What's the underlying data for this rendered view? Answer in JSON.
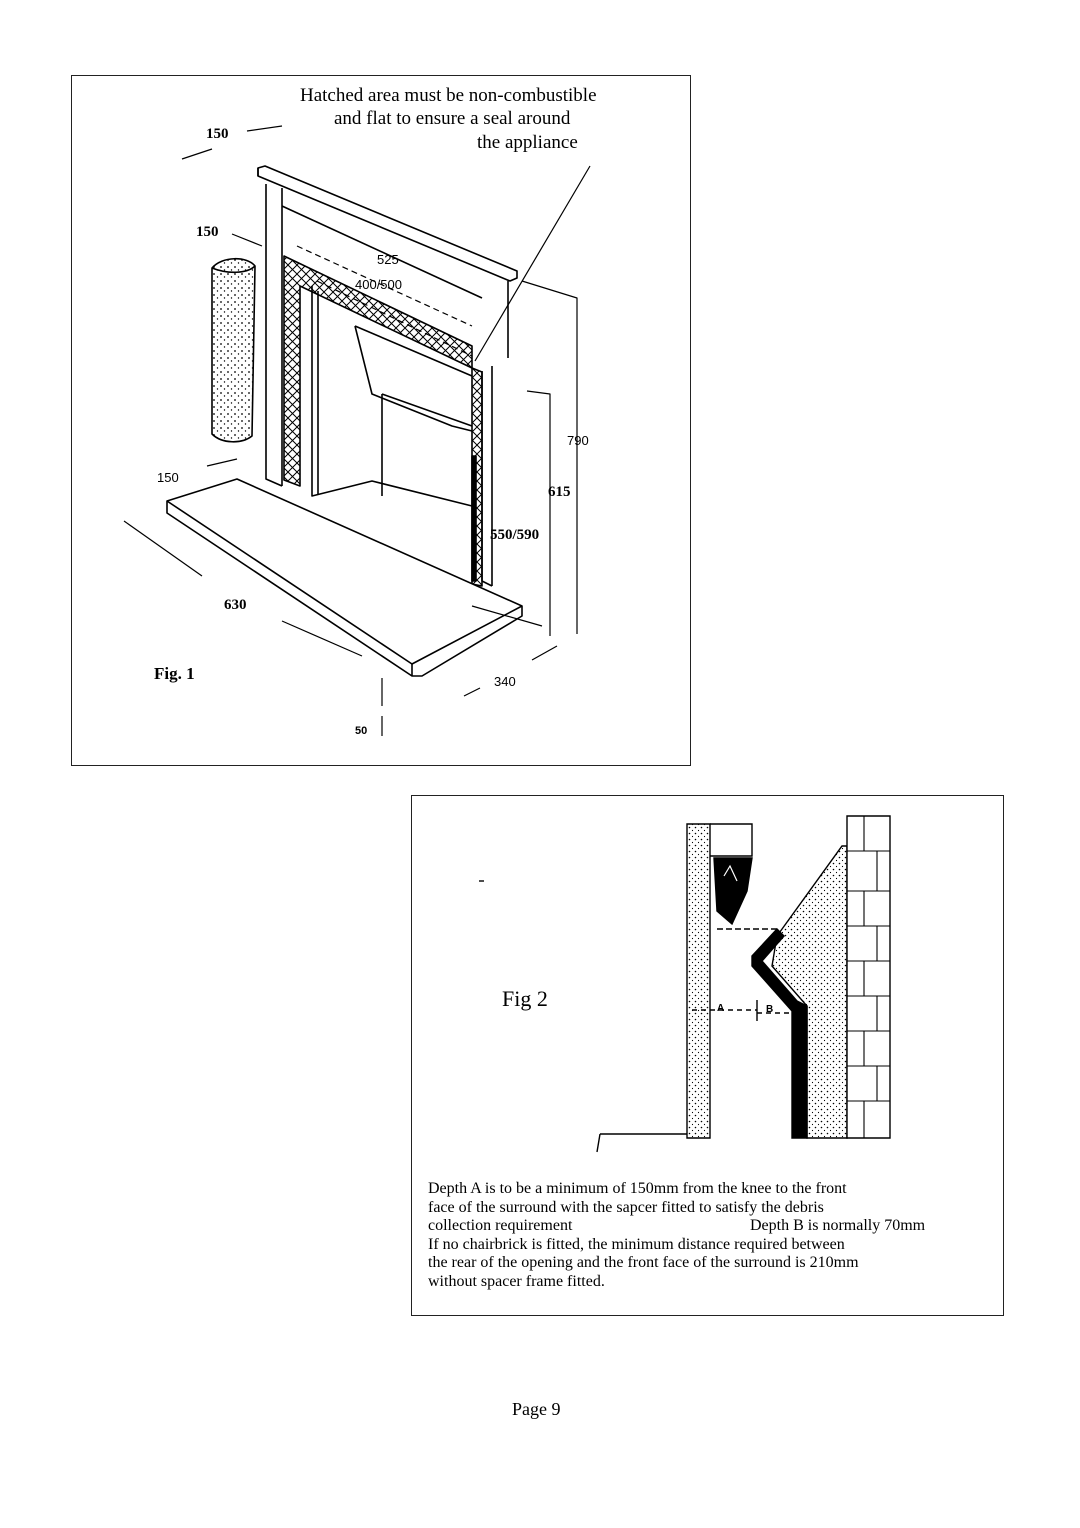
{
  "figure1": {
    "note_lines": [
      "Hatched area must be non-combustible",
      "and flat to ensure a seal around",
      "the appliance"
    ],
    "dimensions": {
      "shelf_depth": "150",
      "leg_width": "150",
      "opening_width": "525",
      "hatched_width": "400/500",
      "total_height": "790",
      "height_615": "615",
      "opening_height": "550/590",
      "hearth_side": "150",
      "hearth_width": "630",
      "hearth_depth": "340",
      "hearth_thickness": "50"
    },
    "label": "Fig. 1"
  },
  "figure2": {
    "label": "Fig 2",
    "depth_a_label": "A",
    "depth_b_label": "B",
    "caption": {
      "line1": "Depth A is to be a minimum of 150mm from the knee to the front",
      "line2": "face of the surround with the sapcer fitted to satisfy the debris",
      "line3_left": "collection requirement",
      "line3_right": "Depth B is normally 70mm",
      "line4": "If no chairbrick is fitted, the minimum distance required between",
      "line5": "the rear of the opening and the front face of the surround is 210mm",
      "line6": "without spacer frame fitted."
    }
  },
  "footer": {
    "page": "Page 9"
  }
}
